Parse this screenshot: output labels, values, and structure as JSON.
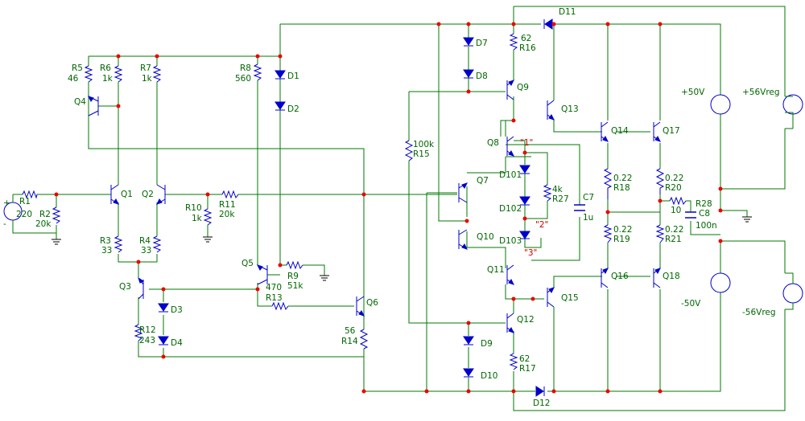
{
  "labels": {
    "R1": "R1",
    "R1v": "220",
    "R2": "R2",
    "R2v": "20k",
    "R3": "R3",
    "R3v": "33",
    "R4": "R4",
    "R4v": "33",
    "R5": "R5",
    "R5v": "46",
    "R6": "R6",
    "R6v": "1k",
    "R7": "R7",
    "R7v": "1k",
    "R8": "R8",
    "R8v": "560",
    "R9": "R9",
    "R9v": "51k",
    "R10": "R10",
    "R10v": "1k",
    "R11": "R11",
    "R11v": "20k",
    "R12": "R12",
    "R12v": "243",
    "R13": "R13",
    "R13v": "470",
    "R14": "R14",
    "R14v": "56",
    "R15": "R15",
    "R15v": "100k",
    "R16": "R16",
    "R16v": "62",
    "R17": "R17",
    "R17v": "62",
    "R18": "R18",
    "R18v": "0.22",
    "R19": "R19",
    "R19v": "0.22",
    "R20": "R20",
    "R20v": "0.22",
    "R21": "R21",
    "R21v": "0.22",
    "R27": "R27",
    "R27v": "4k",
    "R28": "R28",
    "R28v": "10",
    "C7": "C7",
    "C7v": "1u",
    "C8": "C8",
    "C8v": "100n",
    "Q1": "Q1",
    "Q2": "Q2",
    "Q3": "Q3",
    "Q4": "Q4",
    "Q5": "Q5",
    "Q6": "Q6",
    "Q7": "Q7",
    "Q8": "Q8",
    "Q9": "Q9",
    "Q10": "Q10",
    "Q11": "Q11",
    "Q12": "Q12",
    "Q13": "Q13",
    "Q14": "Q14",
    "Q15": "Q15",
    "Q16": "Q16",
    "Q17": "Q17",
    "Q18": "Q18",
    "D1": "D1",
    "D2": "D2",
    "D3": "D3",
    "D4": "D4",
    "D7": "D7",
    "D8": "D8",
    "D9": "D9",
    "D10": "D10",
    "D11": "D11",
    "D12": "D12",
    "D101": "D101",
    "D102": "D102",
    "D103": "D103",
    "V50p": "+50V",
    "V50n": "-50V",
    "V56p": "+56Vreg",
    "V56n": "-56Vreg",
    "n1": "\"1\"",
    "n2": "\"2\"",
    "n3": "\"3\"",
    "plus": "+",
    "minus": "-"
  }
}
